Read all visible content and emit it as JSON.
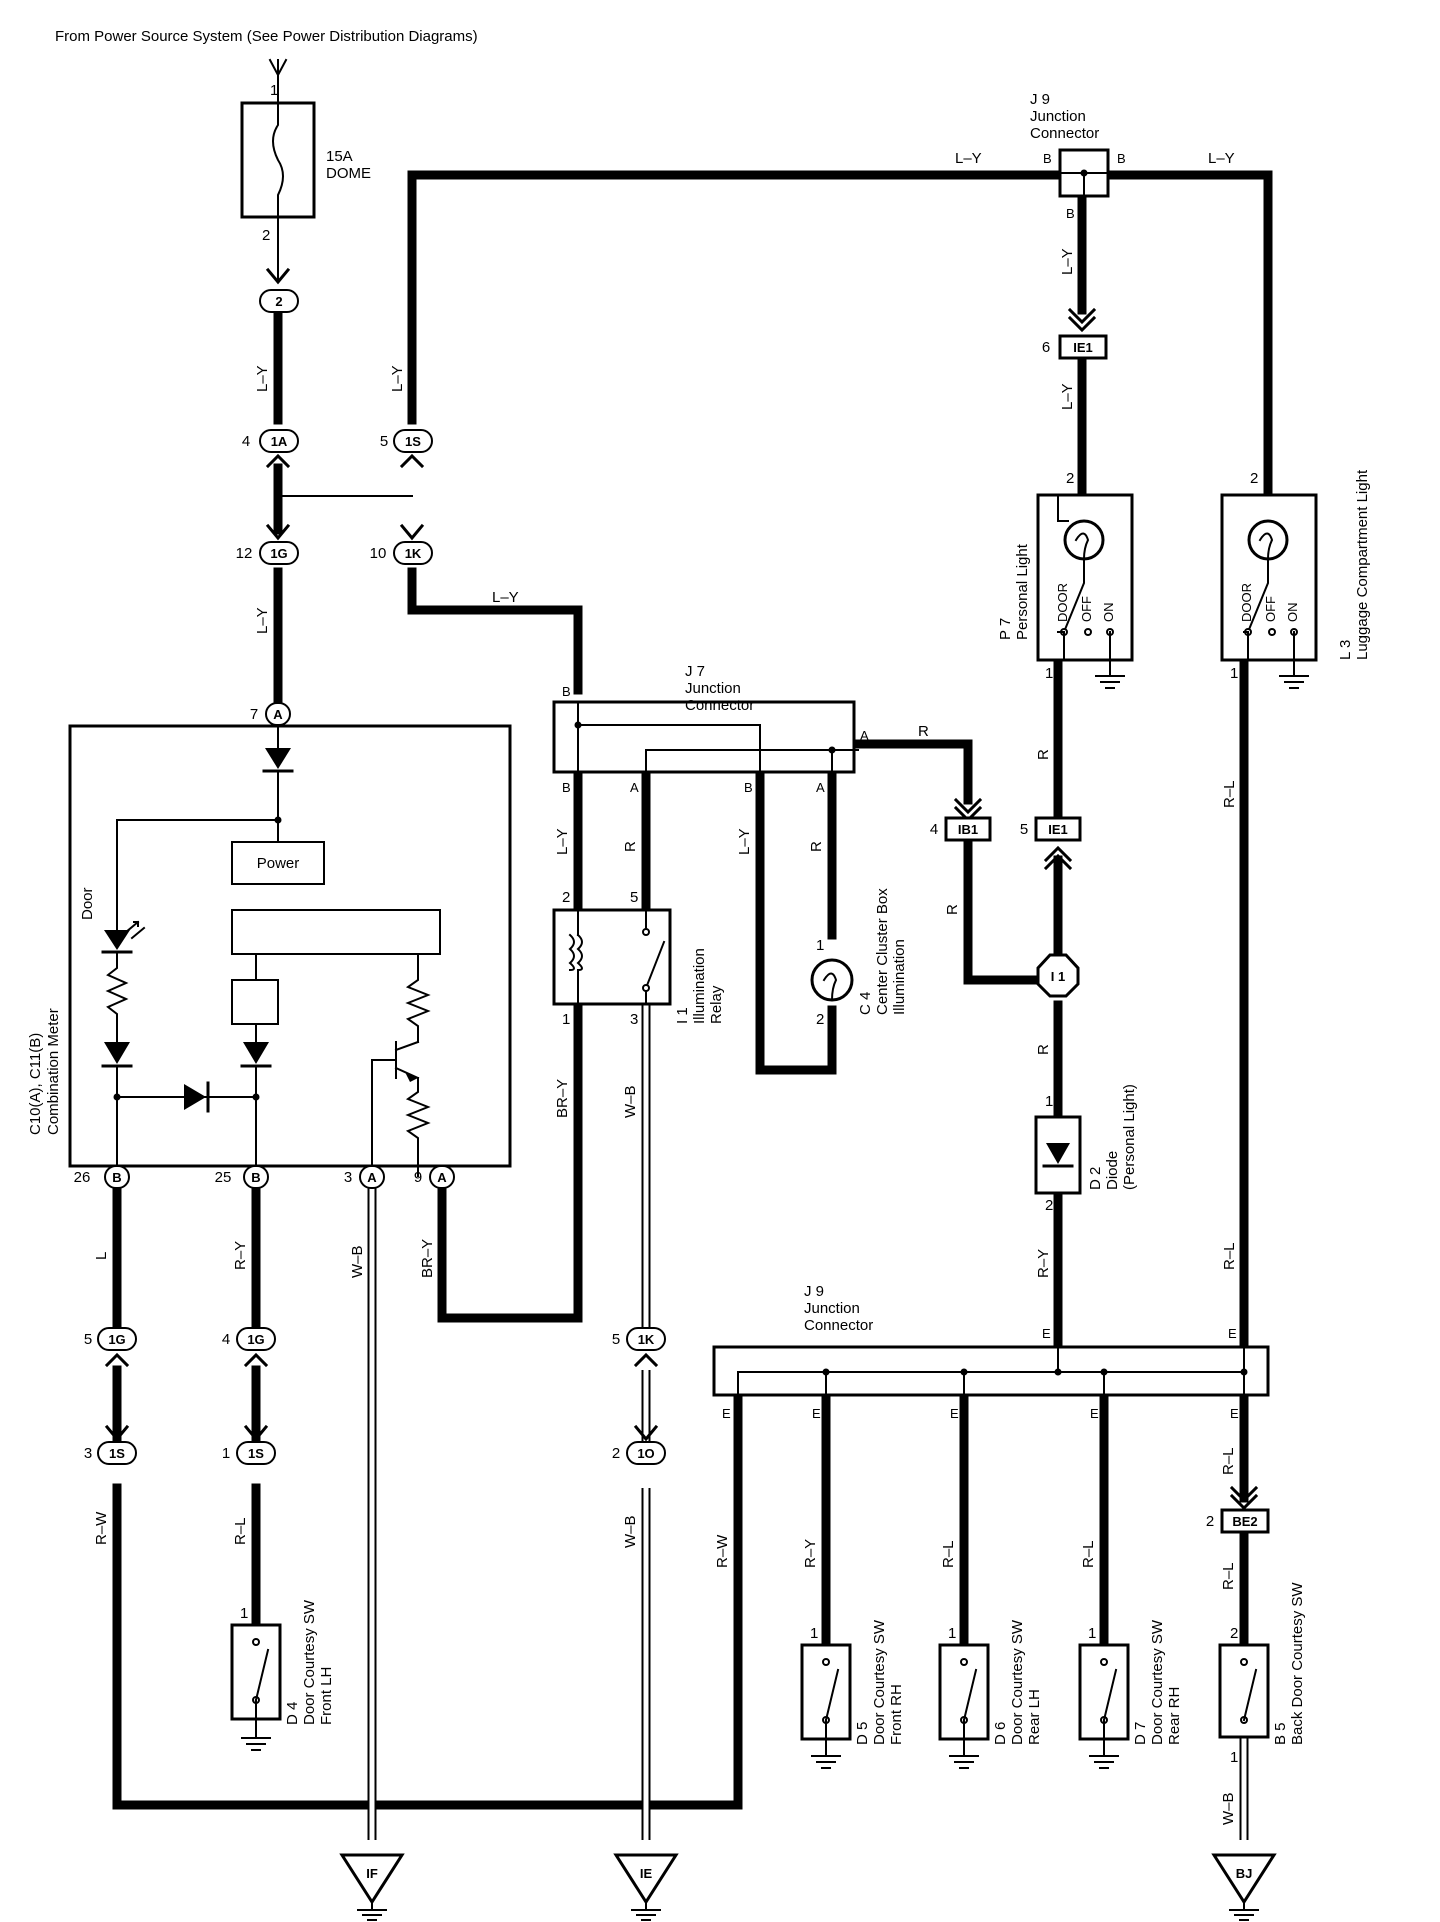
{
  "header": {
    "title": "From Power Source System (See Power Distribution Diagrams)"
  },
  "fuse": {
    "rating": "15A",
    "name": "DOME",
    "pin_top": "1",
    "pin_bottom": "2"
  },
  "connectors": {
    "c2": "2",
    "c1A": "1A",
    "c1S_top": "1S",
    "c1G_top": "1G",
    "c1K_top": "1K",
    "cIE1_top": "IE1",
    "cIB1": "IB1",
    "cIE1_mid": "IE1",
    "c1G_bot": "1G",
    "c1G_bot2": "1G",
    "c1K_bot": "1K",
    "c1S_bot": "1S",
    "c1S_bot2": "1S",
    "c1O": "1O",
    "cBE2": "BE2",
    "cI1": "I 1",
    "pinA": "A",
    "pinB": "B"
  },
  "pins": {
    "p4": "4",
    "p5": "5",
    "p12": "12",
    "p10": "10",
    "p7": "7",
    "p6": "6",
    "p2": "2",
    "p1": "1",
    "p3": "3",
    "p9": "9",
    "p26": "26",
    "p25": "25"
  },
  "wires": {
    "LY": "L–Y",
    "R": "R",
    "BRY": "BR–Y",
    "WB": "W–B",
    "L": "L",
    "RY": "R–Y",
    "RL": "R–L",
    "RW": "R–W"
  },
  "j9_top": {
    "id": "J 9",
    "l1": "Junction",
    "l2": "Connector"
  },
  "j7": {
    "id": "J 7",
    "l1": "Junction",
    "l2": "Connector"
  },
  "j9_bot": {
    "id": "J 9",
    "l1": "Junction",
    "l2": "Connector"
  },
  "combination_meter": {
    "id": "C10(A), C11(B)",
    "name": "Combination Meter",
    "power": "Power",
    "door": "Door"
  },
  "illumination_relay": {
    "id": "I 1",
    "l1": "Illumination",
    "l2": "Relay"
  },
  "cluster_box": {
    "id": "C 4",
    "l1": "Center Cluster Box",
    "l2": "Illumination"
  },
  "personal_light": {
    "id": "P 7",
    "name": "Personal Light",
    "door": "DOOR",
    "off": "OFF",
    "on": "ON"
  },
  "luggage_light": {
    "id": "L 3",
    "name": "Luggage Compartment Light",
    "door": "DOOR",
    "off": "OFF",
    "on": "ON"
  },
  "diode": {
    "id": "D 2",
    "l1": "Diode",
    "l2": "(Personal Light)"
  },
  "switches": {
    "d4": {
      "id": "D 4",
      "l1": "Door Courtesy SW",
      "l2": "Front LH"
    },
    "d5": {
      "id": "D 5",
      "l1": "Door Courtesy SW",
      "l2": "Front RH"
    },
    "d6": {
      "id": "D 6",
      "l1": "Door Courtesy SW",
      "l2": "Rear LH"
    },
    "d7": {
      "id": "D 7",
      "l1": "Door Courtesy SW",
      "l2": "Rear RH"
    },
    "b5": {
      "id": "B 5",
      "l1": "Back Door Courtesy SW"
    }
  },
  "grounds": {
    "IF": "IF",
    "IE": "IE",
    "BJ": "BJ"
  }
}
